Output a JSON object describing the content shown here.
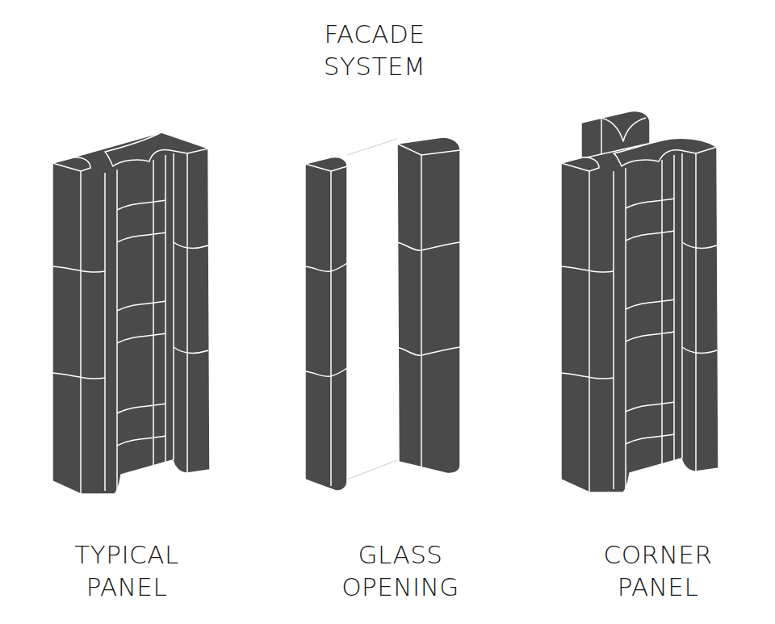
{
  "diagram": {
    "title": "FACADE SYSTEM",
    "labels": [
      "TYPICAL PANEL",
      "GLASS OPENING",
      "CORNER PANEL"
    ]
  }
}
